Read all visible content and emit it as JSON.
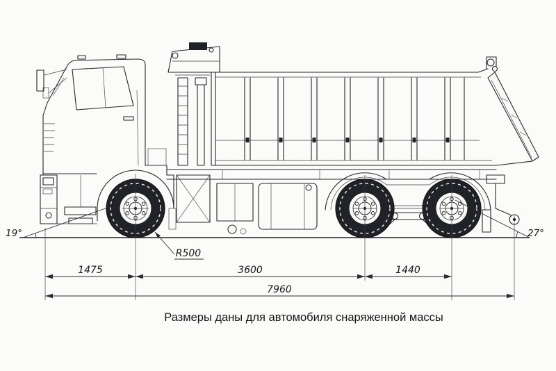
{
  "page": {
    "background": "#fbfbf9",
    "line_color": "#24262a"
  },
  "caption": "Размеры даны для автомобиля снаряженной массы",
  "dimensions": {
    "front_overhang": "1475",
    "wheelbase": "3600",
    "rear_bogie_spacing": "1440",
    "overall_length": "7960",
    "approach_angle": "19°",
    "departure_angle": "27°",
    "wheel_radius": "R500"
  }
}
